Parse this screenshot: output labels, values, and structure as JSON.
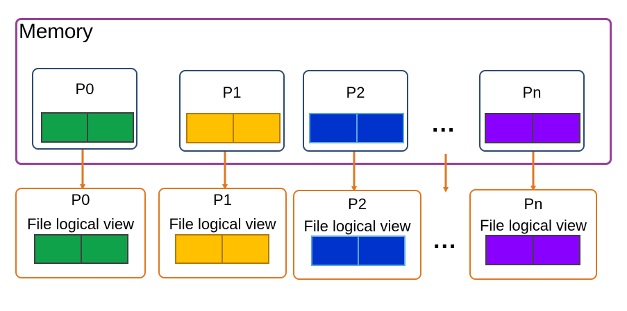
{
  "memory": {
    "title": "Memory"
  },
  "processes": [
    {
      "name": "P0",
      "color": "#10a24a",
      "border": "#2f4f2f"
    },
    {
      "name": "P1",
      "color": "#ffc000",
      "border": "#b07a10"
    },
    {
      "name": "P2",
      "color": "#0033cc",
      "border": "#5aa9dd"
    },
    {
      "name": "Pn",
      "color": "#8a00ff",
      "border": "#3f3f3f"
    }
  ],
  "file_views": [
    {
      "name": "P0",
      "caption": "File logical view",
      "color": "#10a24a"
    },
    {
      "name": "P1",
      "caption": "File logical view",
      "color": "#ffc000"
    },
    {
      "name": "P2",
      "caption": "File logical view",
      "color": "#0033cc"
    },
    {
      "name": "Pn",
      "caption": "File logical view",
      "color": "#8a00ff"
    }
  ],
  "ellipsis": "...",
  "colors": {
    "memory_border": "#9b3f9b",
    "process_border": "#2c4a72",
    "file_view_border": "#e0771f",
    "arrow": "#e0771f"
  }
}
